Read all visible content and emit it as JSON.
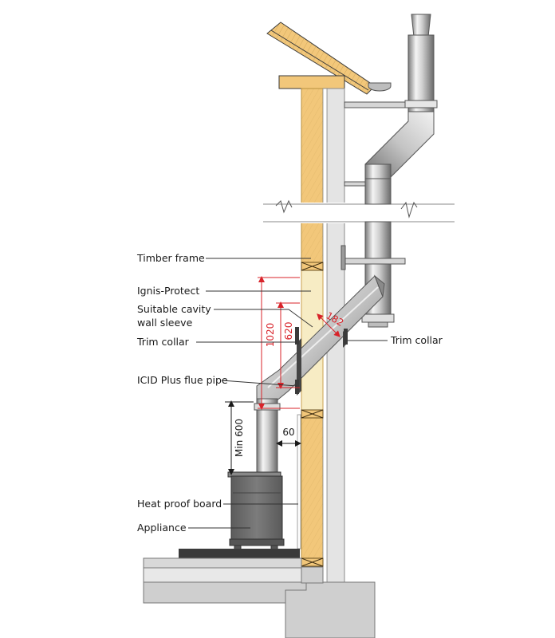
{
  "labels": {
    "timber_frame": "Timber frame",
    "ignis_protect": "Ignis-Protect",
    "cavity_sleeve_line1": "Suitable cavity",
    "cavity_sleeve_line2": "wall sleeve",
    "trim_collar_left": "Trim collar",
    "trim_collar_right": "Trim collar",
    "flue_pipe": "ICID Plus flue pipe",
    "heat_proof_board": "Heat proof board",
    "appliance": "Appliance"
  },
  "dimensions": {
    "d1020": "1020",
    "d620": "620",
    "d182": "182",
    "min600": "Min 600",
    "d60": "60"
  },
  "colors": {
    "timber": "#f2c77a",
    "timber_edge": "#c9a04f",
    "ignis": "#f7ecc4",
    "wall_panel": "#e4e4e4",
    "ground": "#cfcfcf",
    "hearth": "#3a3a3a",
    "stove": "#6b6b6b",
    "steel_light": "#f2f2f2",
    "steel_mid": "#b3b3b3",
    "steel_dark": "#6e6e6e",
    "dimension_red": "#d8232a"
  }
}
